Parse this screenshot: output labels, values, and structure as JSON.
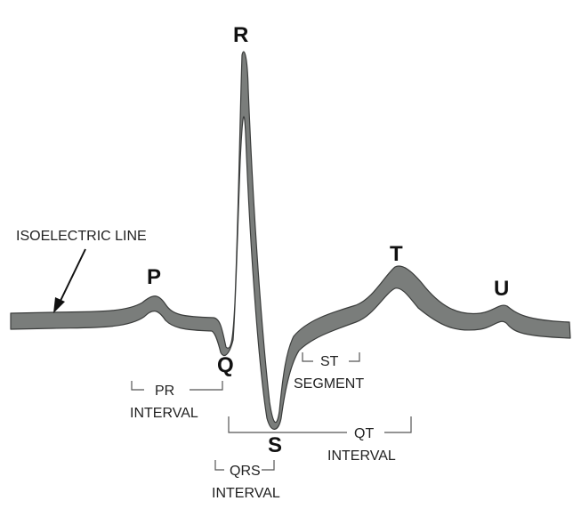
{
  "waves": {
    "p": "P",
    "q": "Q",
    "r": "R",
    "s": "S",
    "t": "T",
    "u": "U"
  },
  "labels": {
    "isoelectric": "ISOELECTRIC LINE",
    "pr_line1": "PR",
    "pr_line2": "INTERVAL",
    "st_line1": "ST",
    "st_line2": "SEGMENT",
    "qt_line1": "QT",
    "qt_line2": "INTERVAL",
    "qrs_line1": "QRS",
    "qrs_line2": "INTERVAL"
  },
  "colors": {
    "trace_fill": "#7a7d7b",
    "trace_outline": "#3b3d3c"
  }
}
